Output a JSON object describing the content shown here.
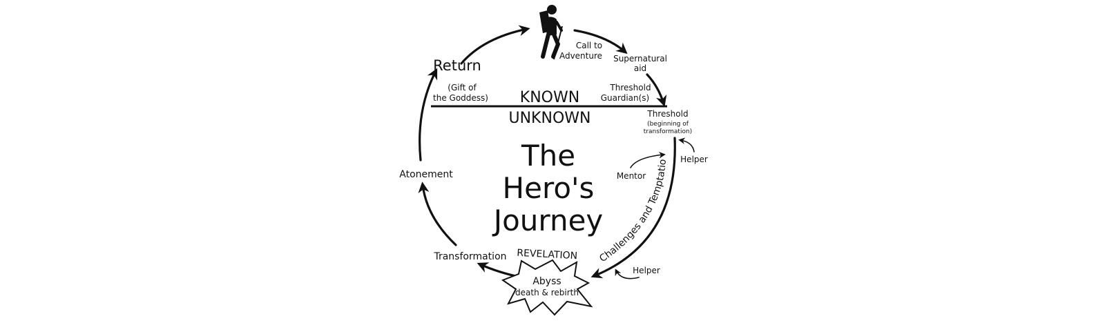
{
  "title": [
    "The",
    "Hero's",
    "Journey"
  ],
  "realms": {
    "known": "KNOWN",
    "unknown": "UNKNOWN"
  },
  "stages": {
    "call": [
      "Call to",
      "Adventure"
    ],
    "supernatural": [
      "Supernatural",
      "aid"
    ],
    "guardian": [
      "Threshold",
      "Guardian(s)"
    ],
    "threshold": "Threshold",
    "threshold_note": [
      "(beginning of",
      "transformation)"
    ],
    "helper_top": "Helper",
    "mentor": "Mentor",
    "challenges": "Challenges and Temptations",
    "helper_bottom": "Helper",
    "abyss": "Abyss",
    "abyss_note": "death & rebirth",
    "revelation": "REVELATION",
    "transformation": "Transformation",
    "atonement": "Atonement",
    "return": "Return",
    "gift": [
      "(Gift of",
      "the Goddess)"
    ]
  },
  "icons": {
    "hero": "hiker-icon"
  }
}
